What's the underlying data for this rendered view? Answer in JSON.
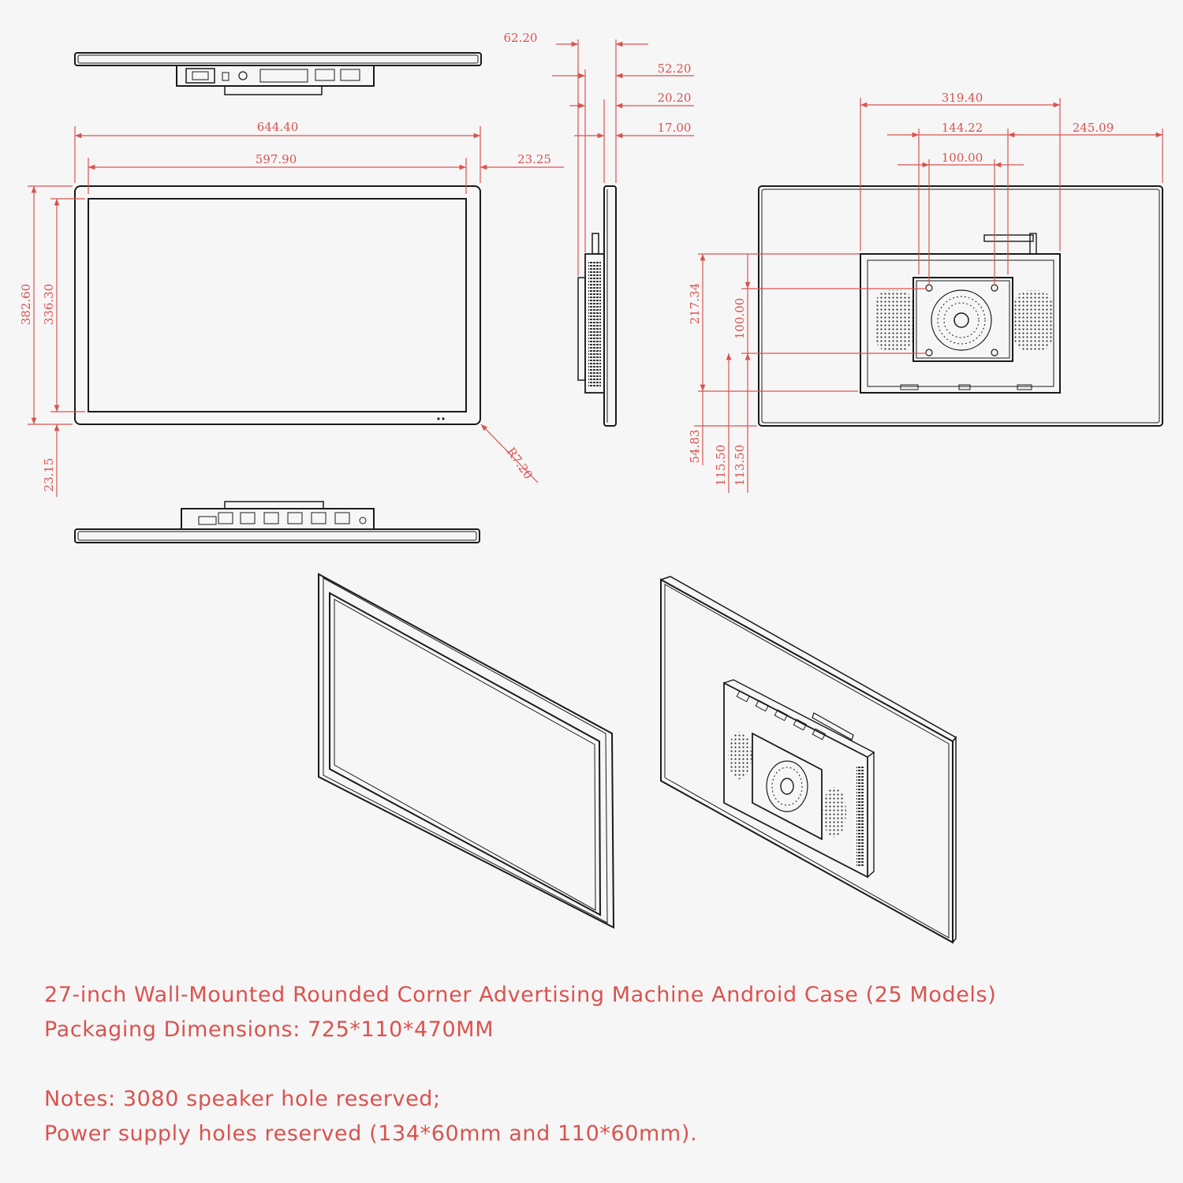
{
  "dimensions": {
    "d_62_20": "62.20",
    "d_52_20": "52.20",
    "d_20_20": "20.20",
    "d_17_00": "17.00",
    "d_644_40": "644.40",
    "d_597_90": "597.90",
    "d_23_25": "23.25",
    "d_382_60": "382.60",
    "d_336_30": "336.30",
    "d_23_15": "23.15",
    "d_r7_20": "R7.20",
    "d_319_40": "319.40",
    "d_144_22": "144.22",
    "d_245_09": "245.09",
    "d_100_00_h": "100.00",
    "d_217_34": "217.34",
    "d_100_00_v": "100.00",
    "d_54_83": "54.83",
    "d_115_50": "115.50",
    "d_113_50": "113.50"
  },
  "caption": {
    "title": "27-inch Wall-Mounted Rounded Corner Advertising Machine Android Case (25 Models)",
    "packaging": "Packaging Dimensions: 725*110*470MM",
    "notes_1": "Notes: 3080 speaker hole reserved;",
    "notes_2": "Power supply holes reserved (134*60mm and 110*60mm)."
  },
  "colors": {
    "dimension": "#d9534f",
    "line": "#1a1a1a",
    "background": "#f6f6f6"
  }
}
